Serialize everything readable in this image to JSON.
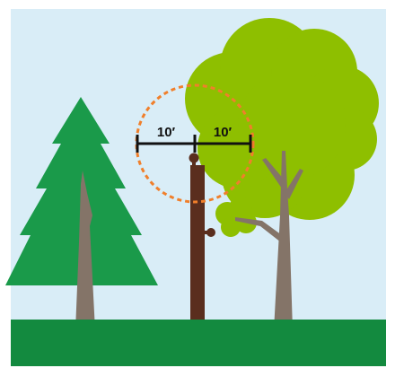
{
  "colors": {
    "sky": "#d9edf7",
    "ground": "#138a3f",
    "evergreen": "#1a9a4a",
    "trunk": "#847468",
    "deciduous_canopy": "#8ebf00",
    "pole": "#5a2e1e",
    "clearance_circle": "#f07f2b",
    "dimension_line": "#111111"
  },
  "labels": {
    "left_distance": "10′",
    "right_distance": "10′"
  },
  "elements": {
    "evergreen_tree": "evergreen-tree",
    "deciduous_tree": "deciduous-tree",
    "utility_pole": "utility-pole",
    "clearance_zone": "dashed-circle"
  }
}
